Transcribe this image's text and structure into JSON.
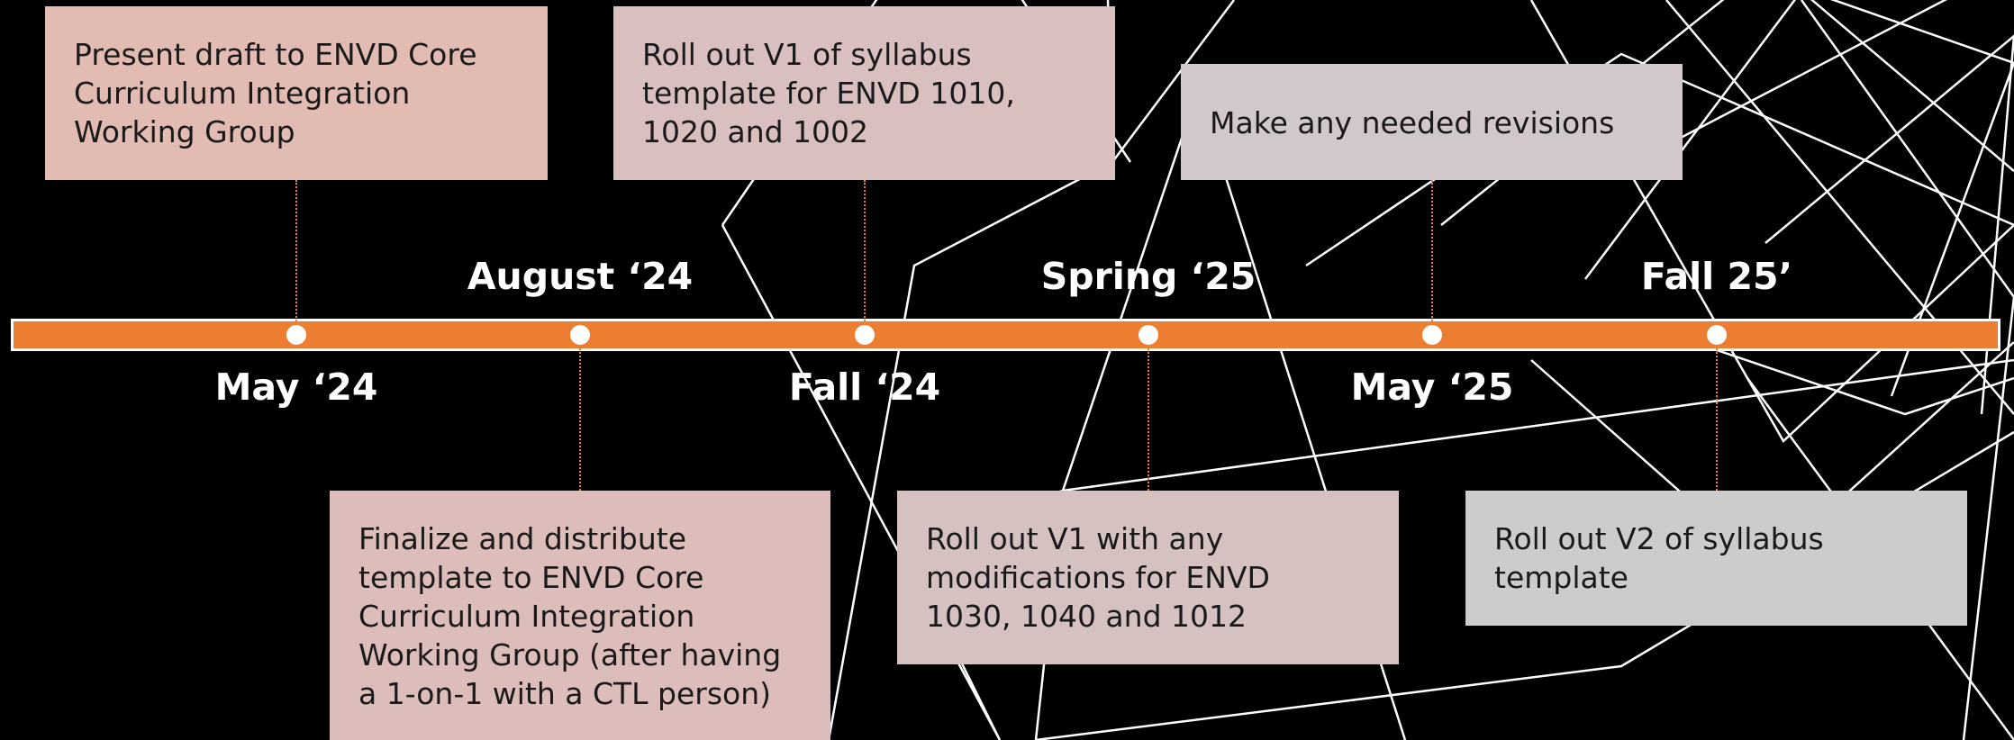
{
  "timeline": {
    "accent_color": "#ED7D31",
    "milestones": [
      {
        "id": "m1",
        "date": "May ‘24",
        "side": "bottom",
        "text": "Present draft to ENVD Core\nCurriculum Integration\nWorking Group",
        "text_side": "top",
        "box_color": "#E2BCB2"
      },
      {
        "id": "m2",
        "date": "August ‘24",
        "side": "top",
        "text": "Finalize and distribute\ntemplate to ENVD Core\nCurriculum Integration\nWorking Group (after having\na 1-on-1 with a CTL person)",
        "text_side": "bottom",
        "box_color": "#DDBDB9"
      },
      {
        "id": "m3",
        "date": "Fall ‘24",
        "side": "bottom",
        "text": "Roll out V1 of syllabus\ntemplate for ENVD 1010,\n1020 and 1002",
        "text_side": "top",
        "box_color": "#D9BFBD"
      },
      {
        "id": "m4",
        "date": "Spring ‘25",
        "side": "top",
        "text": "Roll out V1 with any\nmodifications for ENVD\n1030, 1040 and 1012",
        "text_side": "bottom",
        "box_color": "#D6C1C1"
      },
      {
        "id": "m5",
        "date": "May ‘25",
        "side": "bottom",
        "text": "Make any needed revisions",
        "text_side": "top",
        "box_color": "#D2C7C9"
      },
      {
        "id": "m6",
        "date": "Fall 25’",
        "side": "top",
        "text": "Roll out V2 of syllabus\ntemplate",
        "text_side": "bottom",
        "box_color": "#CCCCCC"
      }
    ]
  }
}
